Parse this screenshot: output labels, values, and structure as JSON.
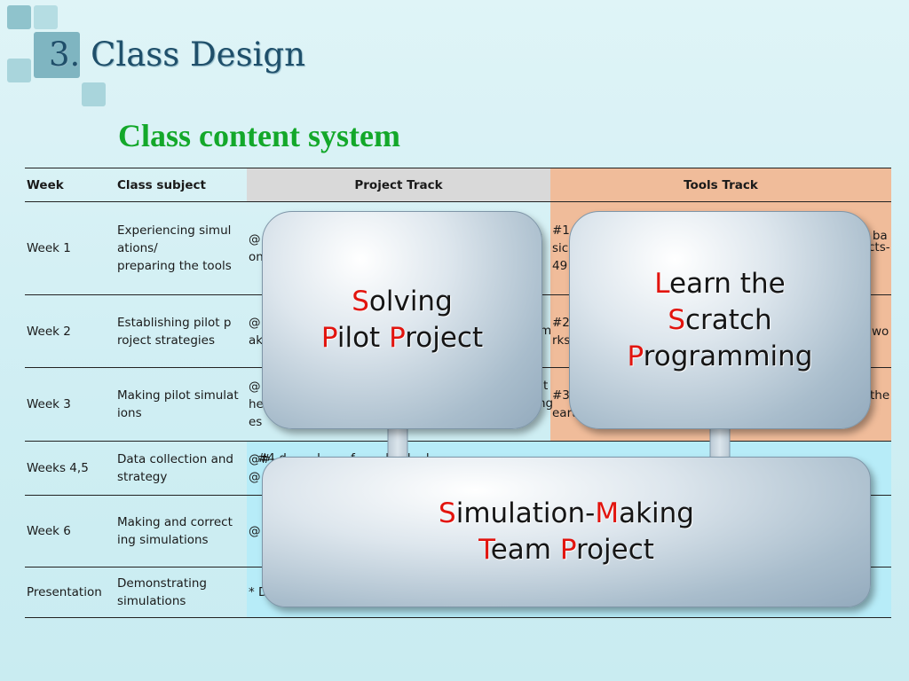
{
  "slide": {
    "title": "3. Class Design",
    "subtitle": "Class content system"
  },
  "table": {
    "headers": [
      "Week",
      "Class subject",
      "Project Track",
      "Tools Track"
    ],
    "rows": [
      {
        "week": "Week 1",
        "subject": [
          "Experiencing simul",
          "ations/",
          "preparing the tools"
        ],
        "project": [
          "@",
          "on"
        ],
        "tools": [
          "#1",
          "sic",
          "49"
        ]
      },
      {
        "week": "Week 2",
        "subject": [
          "Establishing pilot p",
          "roject strategies"
        ],
        "project": [
          "@",
          "ak"
        ],
        "tools": [
          "#2",
          "rks"
        ]
      },
      {
        "week": "Week 3",
        "subject": [
          "Making pilot simulat",
          "ions"
        ],
        "project": [
          "@",
          "he",
          "es"
        ],
        "tools": [
          "#3",
          "eart"
        ]
      },
      {
        "week": "Weeks 4,5",
        "subject": [
          "Data collection and",
          "strategy"
        ],
        "span": [
          "@#",
          "@"
        ]
      },
      {
        "week": "Week 6",
        "subject": [
          "Making and correct",
          "ing simulations"
        ],
        "span": [
          "@"
        ]
      },
      {
        "week": "Presentation",
        "subject": [
          "Demonstrating",
          "simulations"
        ],
        "span": [
          "* D"
        ]
      }
    ],
    "peek": {
      "project_right": [
        "ati",
        "m",
        "t",
        "ng"
      ],
      "tools_right": [
        "d ba",
        "cts-",
        "wo",
        "the"
      ],
      "span_mid": "#4 d        l        f        l    ll    l"
    }
  },
  "bubbles": {
    "solving": {
      "l1_red": "S",
      "l1_rest": "olving",
      "l2a_red": "P",
      "l2a_rest": "ilot ",
      "l2b_red": "P",
      "l2b_rest": "roject"
    },
    "learn": {
      "l1_red": "L",
      "l1_rest": "earn the",
      "l2_red": "S",
      "l2_rest": "cratch",
      "l3_red": "P",
      "l3_rest": "rogramming"
    },
    "team": {
      "l1a_red": "S",
      "l1a_rest": "imulation-",
      "l1b_red": "M",
      "l1b_rest": "aking",
      "l2a_red": "T",
      "l2a_rest": "eam ",
      "l2b_red": "P",
      "l2b_rest": "roject"
    }
  },
  "colors": {
    "highlight_letter": "#e2140e",
    "subtitle_green": "#13a82a",
    "tools_track_bg": "#f0bc9a",
    "project_track_bg": "#d9d9d9",
    "span_row_bg": "#b7ecf8"
  }
}
